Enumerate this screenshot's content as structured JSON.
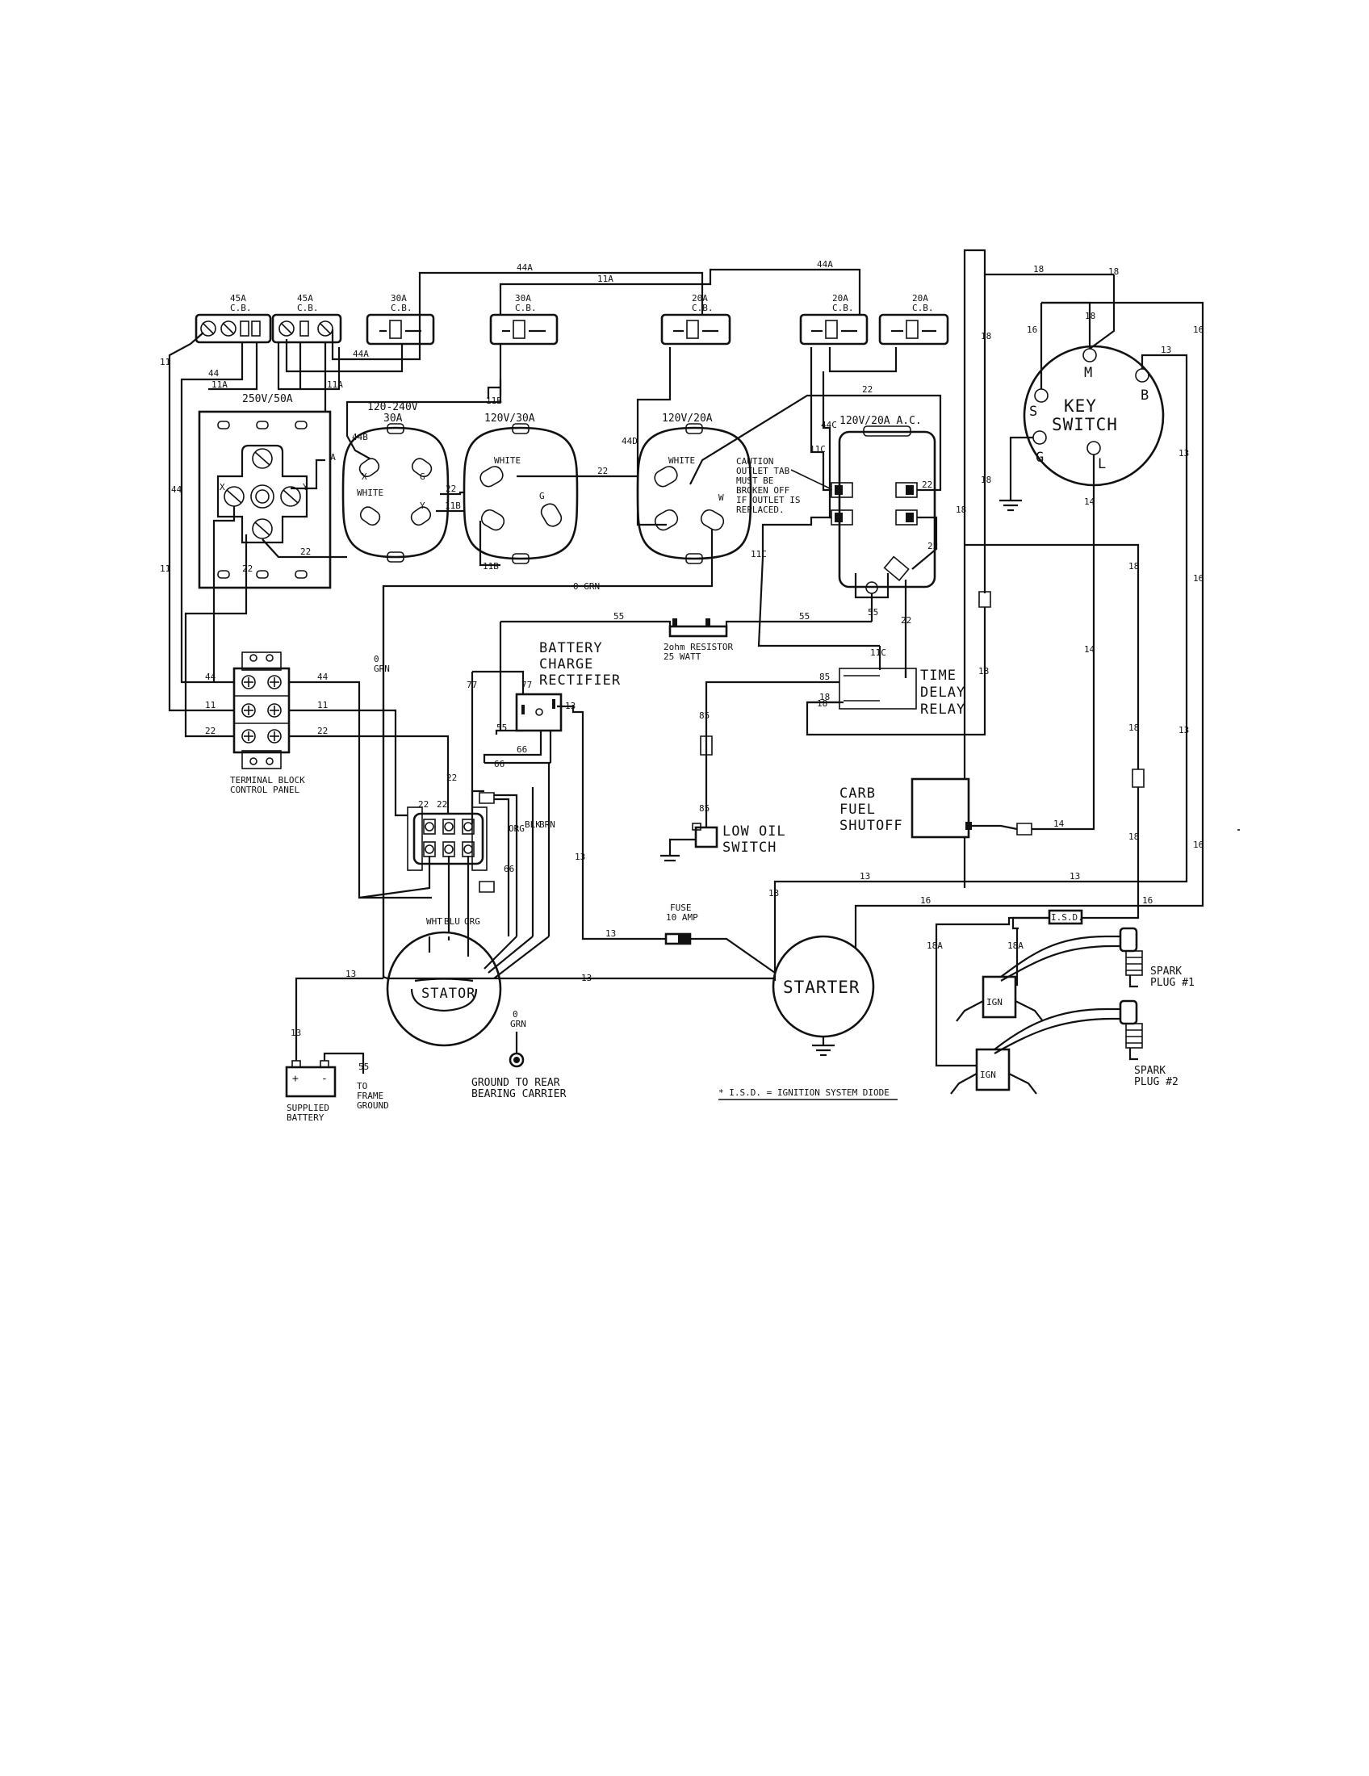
{
  "breakers": [
    {
      "rating": "45A",
      "type": "C.B."
    },
    {
      "rating": "45A",
      "type": "C.B."
    },
    {
      "rating": "30A",
      "type": "C.B."
    },
    {
      "rating": "30A",
      "type": "C.B."
    },
    {
      "rating": "20A",
      "type": "C.B."
    },
    {
      "rating": "20A",
      "type": "C.B."
    },
    {
      "rating": "20A",
      "type": "C.B."
    }
  ],
  "outlets": {
    "o250_50": "250V/50A",
    "o120_240_a": "120-240V",
    "o120_240_b": "30A",
    "o120_30": "120V/30A",
    "o120_20": "120V/20A",
    "o120_20ac": "120V/20A A.C.",
    "white": "WHITE",
    "x": "X",
    "y": "Y",
    "w": "W",
    "g": "G"
  },
  "caution_note": [
    "CAUTION",
    "OUTLET TAB",
    "MUST BE",
    "BROKEN OFF",
    "IF OUTLET IS",
    "REPLACED."
  ],
  "key_switch": {
    "label_1": "KEY",
    "label_2": "SWITCH",
    "t_s": "S",
    "t_m": "M",
    "t_b": "B",
    "t_g": "G",
    "t_l": "L"
  },
  "terminal_block": {
    "label_1": "TERMINAL BLOCK",
    "label_2": "CONTROL PANEL"
  },
  "rectifier": {
    "label_1": "BATTERY",
    "label_2": "CHARGE",
    "label_3": "RECTIFIER"
  },
  "resistor": {
    "label_1": "2ohm RESISTOR",
    "label_2": "25 WATT"
  },
  "relay": {
    "label_1": "TIME",
    "label_2": "DELAY",
    "label_3": "RELAY"
  },
  "carb": {
    "label_1": "CARB",
    "label_2": "FUEL",
    "label_3": "SHUTOFF"
  },
  "low_oil": {
    "label_1": "LOW OIL",
    "label_2": "SWITCH"
  },
  "fuse": {
    "label_1": "FUSE",
    "label_2": "10 AMP"
  },
  "stator": {
    "label": "STATOR",
    "lead_wht": "WHT",
    "lead_blu": "BLU",
    "lead_org": "ORG",
    "lead_org2": "ORG",
    "lead_blk": "BLK",
    "lead_brn": "BRN"
  },
  "starter": {
    "label": "STARTER"
  },
  "ground": {
    "label_1": "GROUND TO REAR",
    "label_2": "BEARING CARRIER"
  },
  "battery": {
    "label_1": "SUPPLIED",
    "label_2": "BATTERY",
    "plus": "+",
    "minus": "-",
    "frame_1": "TO",
    "frame_2": "FRAME",
    "frame_3": "GROUND"
  },
  "spark": {
    "plug1_1": "SPARK",
    "plug1_2": "PLUG #1",
    "plug2_1": "SPARK",
    "plug2_2": "PLUG #2",
    "isd": "I.S.D.",
    "ign": "IGN"
  },
  "footnote": "* I.S.D. = IGNITION SYSTEM DIODE",
  "wires": {
    "w44": "44",
    "w44a": "44A",
    "w44b": "44B",
    "w44c": "44C",
    "w44d": "44D",
    "w11": "11",
    "w11a": "11A",
    "w11b": "11B",
    "w11c": "11C",
    "w22": "22",
    "w0grn": "0 GRN",
    "w0": "0",
    "wgrn": "GRN",
    "w55": "55",
    "w77": "77",
    "w66": "66",
    "w13": "13",
    "w14": "14",
    "w16": "16",
    "w18": "18",
    "w18a": "18A",
    "w85": "85"
  }
}
